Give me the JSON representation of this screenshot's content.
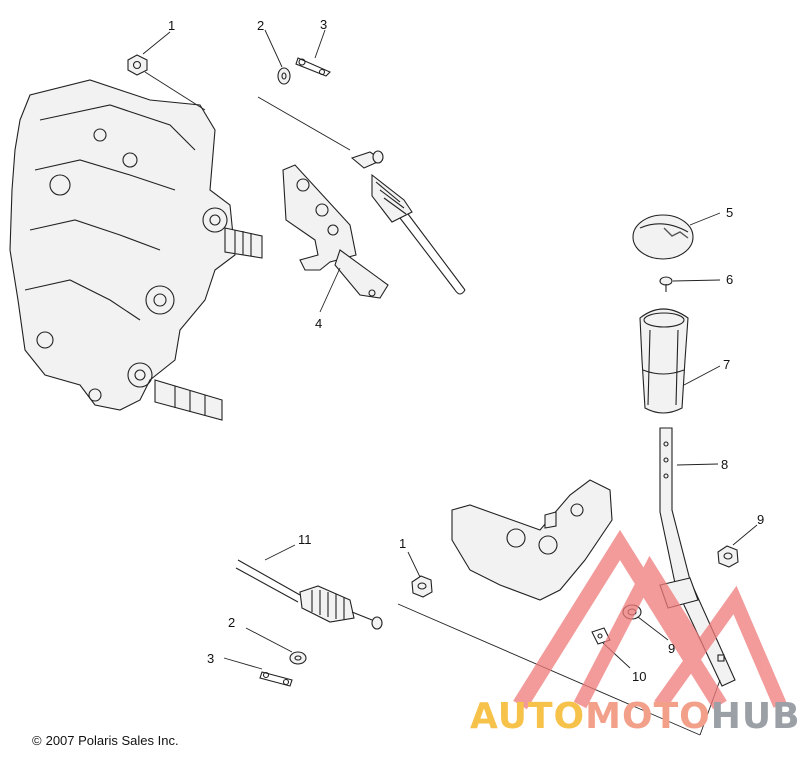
{
  "callouts": [
    {
      "id": "c1a",
      "label": "1"
    },
    {
      "id": "c2a",
      "label": "2"
    },
    {
      "id": "c3a",
      "label": "3"
    },
    {
      "id": "c4",
      "label": "4"
    },
    {
      "id": "c5",
      "label": "5"
    },
    {
      "id": "c6",
      "label": "6"
    },
    {
      "id": "c7",
      "label": "7"
    },
    {
      "id": "c8",
      "label": "8"
    },
    {
      "id": "c9a",
      "label": "9"
    },
    {
      "id": "c9b",
      "label": "9"
    },
    {
      "id": "c10",
      "label": "10"
    },
    {
      "id": "c11",
      "label": "11"
    },
    {
      "id": "c1b",
      "label": "1"
    },
    {
      "id": "c2b",
      "label": "2"
    },
    {
      "id": "c3b",
      "label": "3"
    }
  ],
  "copyright": "2007 Polaris Sales Inc.",
  "copyright_symbol": "©",
  "watermark": {
    "part1": "AUTO",
    "part2": "MOTO",
    "part3": "HUB",
    "colors": {
      "auto": "#f6c24a",
      "moto": "#f3a08a",
      "hub": "#9aa0a6",
      "triangle": "#f07a7a"
    }
  }
}
